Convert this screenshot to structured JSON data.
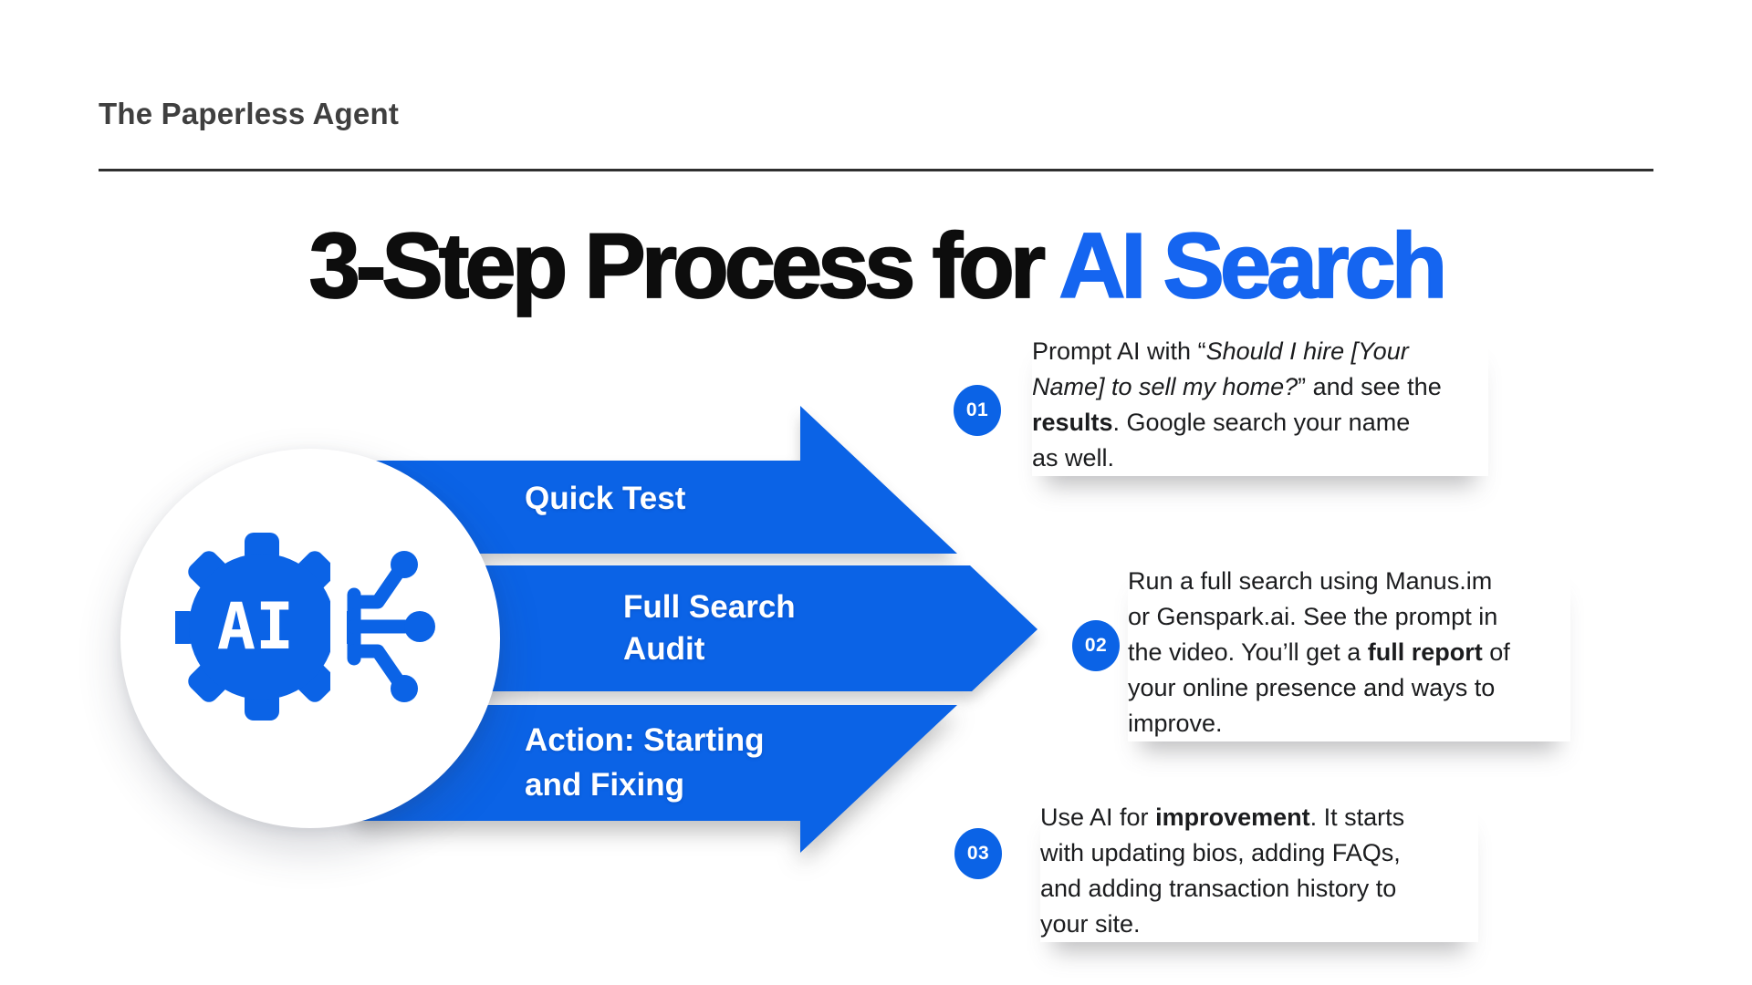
{
  "brand": "The Paperless Agent",
  "title": {
    "black": "3-Step Process for ",
    "blue": "AI Search"
  },
  "colors": {
    "blue": "#0B63E6",
    "title_blue": "#1565F0",
    "text": "#1B1C1E",
    "brand_text": "#3F3F3F",
    "rule": "#2F2F2F",
    "white": "#FFFFFF"
  },
  "hub_icon": {
    "name": "ai-gear-circuit",
    "label": "AI"
  },
  "arrows": [
    {
      "label": "Quick Test"
    },
    {
      "label": "Full Search\nAudit"
    },
    {
      "label": "Action: Starting\nand Fixing"
    }
  ],
  "steps": [
    {
      "number": "01",
      "segments": [
        [
          "Prompt AI with “",
          "n"
        ],
        [
          "Should I hire [Your\nName] to sell my home?",
          "i"
        ],
        [
          "” and see the\n",
          "n"
        ],
        [
          "results",
          "b"
        ],
        [
          ". Google search your name\nas well.",
          "n"
        ]
      ]
    },
    {
      "number": "02",
      "segments": [
        [
          "Run a full search using Manus.im\nor Genspark.ai. See the prompt in\nthe video.  You’ll get a ",
          "n"
        ],
        [
          "full report",
          "b"
        ],
        [
          " of\nyour online presence and ways to\nimprove.",
          "n"
        ]
      ]
    },
    {
      "number": "03",
      "segments": [
        [
          "Use AI for ",
          "n"
        ],
        [
          "improvement",
          "b"
        ],
        [
          ". It starts\nwith updating bios, adding FAQs,\nand adding transaction history to\nyour site.",
          "n"
        ]
      ]
    }
  ]
}
